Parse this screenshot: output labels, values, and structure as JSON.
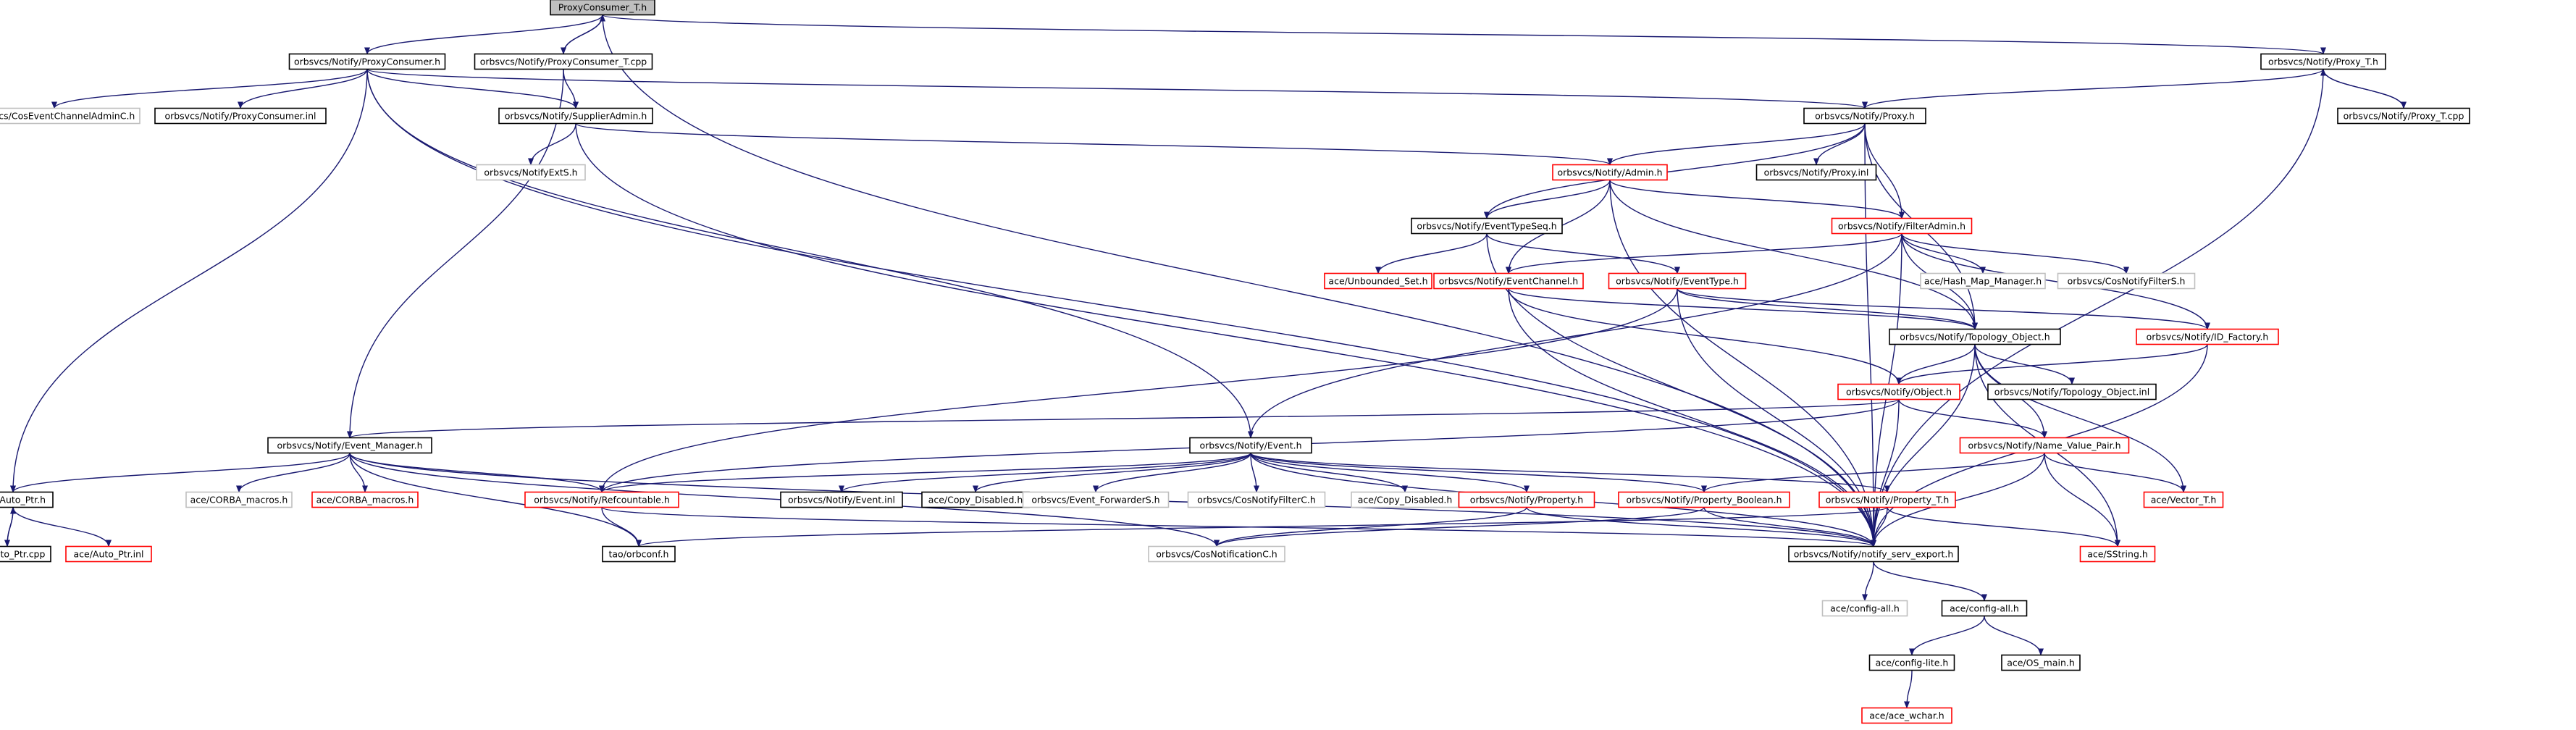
{
  "colors": {
    "edge": "#191970",
    "box_normal": "#000000",
    "box_incomplete": "#ff0000",
    "box_external": "#bfbfbf",
    "box_root_fill": "#bfbfbf",
    "text": "#000000"
  },
  "nodes": [
    {
      "id": "proxyconsumer_t_h",
      "label": "ProxyConsumer_T.h",
      "style": "root"
    },
    {
      "id": "notify_proxyconsumer_h",
      "label": "orbsvcs/Notify/ProxyConsumer.h",
      "style": "normal"
    },
    {
      "id": "notify_proxyconsumer_t_cpp",
      "label": "orbsvcs/Notify/ProxyConsumer_T.cpp",
      "style": "normal"
    },
    {
      "id": "notify_proxy_t_h",
      "label": "orbsvcs/Notify/Proxy_T.h",
      "style": "normal"
    },
    {
      "id": "coseventchanneladminc_h",
      "label": "orbsvcs/CosEventChannelAdminC.h",
      "style": "external"
    },
    {
      "id": "notify_proxyconsumer_inl",
      "label": "orbsvcs/Notify/ProxyConsumer.inl",
      "style": "normal"
    },
    {
      "id": "notify_supplieradmin_h",
      "label": "orbsvcs/Notify/SupplierAdmin.h",
      "style": "normal"
    },
    {
      "id": "notify_proxy_h",
      "label": "orbsvcs/Notify/Proxy.h",
      "style": "normal"
    },
    {
      "id": "notify_proxy_t_cpp",
      "label": "orbsvcs/Notify/Proxy_T.cpp",
      "style": "normal"
    },
    {
      "id": "notify_exts_h",
      "label": "orbsvcs/NotifyExtS.h",
      "style": "external"
    },
    {
      "id": "notify_admin_h",
      "label": "orbsvcs/Notify/Admin.h",
      "style": "incomplete"
    },
    {
      "id": "notify_proxy_inl",
      "label": "orbsvcs/Notify/Proxy.inl",
      "style": "normal"
    },
    {
      "id": "notify_eventtypeseq_h",
      "label": "orbsvcs/Notify/EventTypeSeq.h",
      "style": "normal"
    },
    {
      "id": "notify_filteradmin_h",
      "label": "orbsvcs/Notify/FilterAdmin.h",
      "style": "incomplete"
    },
    {
      "id": "ace_unbounded_set_h",
      "label": "ace/Unbounded_Set.h",
      "style": "incomplete"
    },
    {
      "id": "notify_eventchannel_h",
      "label": "orbsvcs/Notify/EventChannel.h",
      "style": "incomplete"
    },
    {
      "id": "notify_eventtype_h",
      "label": "orbsvcs/Notify/EventType.h",
      "style": "incomplete"
    },
    {
      "id": "ace_hash_map_manager_h",
      "label": "ace/Hash_Map_Manager.h",
      "style": "external"
    },
    {
      "id": "cosnotifyfilters_h",
      "label": "orbsvcs/CosNotifyFilterS.h",
      "style": "external"
    },
    {
      "id": "notify_topology_object_h",
      "label": "orbsvcs/Notify/Topology_Object.h",
      "style": "normal"
    },
    {
      "id": "notify_id_factory_h",
      "label": "orbsvcs/Notify/ID_Factory.h",
      "style": "incomplete"
    },
    {
      "id": "notify_object_h",
      "label": "orbsvcs/Notify/Object.h",
      "style": "incomplete"
    },
    {
      "id": "notify_topology_object_inl",
      "label": "orbsvcs/Notify/Topology_Object.inl",
      "style": "normal"
    },
    {
      "id": "notify_event_manager_h",
      "label": "orbsvcs/Notify/Event_Manager.h",
      "style": "normal"
    },
    {
      "id": "notify_event_h",
      "label": "orbsvcs/Notify/Event.h",
      "style": "normal"
    },
    {
      "id": "notify_name_value_pair_h",
      "label": "orbsvcs/Notify/Name_Value_Pair.h",
      "style": "incomplete"
    },
    {
      "id": "ace_auto_ptr_h",
      "label": "ace/Auto_Ptr.h",
      "style": "normal"
    },
    {
      "id": "ace_corba_macros_h_1",
      "label": "ace/CORBA_macros.h",
      "style": "external"
    },
    {
      "id": "ace_corba_macros_h_2",
      "label": "ace/CORBA_macros.h",
      "style": "incomplete"
    },
    {
      "id": "notify_refcountable_h",
      "label": "orbsvcs/Notify/Refcountable.h",
      "style": "incomplete"
    },
    {
      "id": "notify_event_inl",
      "label": "orbsvcs/Notify/Event.inl",
      "style": "normal"
    },
    {
      "id": "ace_copy_disabled_h_1",
      "label": "ace/Copy_Disabled.h",
      "style": "normal"
    },
    {
      "id": "event_forwarders_h",
      "label": "orbsvcs/Event_ForwarderS.h",
      "style": "external"
    },
    {
      "id": "cosnotifyfilterc_h",
      "label": "orbsvcs/CosNotifyFilterC.h",
      "style": "external"
    },
    {
      "id": "ace_copy_disabled_h_2",
      "label": "ace/Copy_Disabled.h",
      "style": "external"
    },
    {
      "id": "notify_property_h",
      "label": "orbsvcs/Notify/Property.h",
      "style": "incomplete"
    },
    {
      "id": "notify_property_boolean_h",
      "label": "orbsvcs/Notify/Property_Boolean.h",
      "style": "incomplete"
    },
    {
      "id": "notify_property_t_h",
      "label": "orbsvcs/Notify/Property_T.h",
      "style": "incomplete"
    },
    {
      "id": "ace_vector_t_h",
      "label": "ace/Vector_T.h",
      "style": "incomplete"
    },
    {
      "id": "ace_auto_ptr_cpp",
      "label": "ace/Auto_Ptr.cpp",
      "style": "normal"
    },
    {
      "id": "ace_auto_ptr_inl",
      "label": "ace/Auto_Ptr.inl",
      "style": "incomplete"
    },
    {
      "id": "tao_orbconf_h",
      "label": "tao/orbconf.h",
      "style": "normal"
    },
    {
      "id": "cosnotificationc_h",
      "label": "orbsvcs/CosNotificationC.h",
      "style": "external"
    },
    {
      "id": "notify_serv_export_h",
      "label": "orbsvcs/Notify/notify_serv_export.h",
      "style": "normal"
    },
    {
      "id": "ace_sstring_h",
      "label": "ace/SString.h",
      "style": "incomplete"
    },
    {
      "id": "ace_config_all_h_1",
      "label": "ace/config-all.h",
      "style": "external"
    },
    {
      "id": "ace_config_all_h_2",
      "label": "ace/config-all.h",
      "style": "normal"
    },
    {
      "id": "ace_config_lite_h",
      "label": "ace/config-lite.h",
      "style": "normal"
    },
    {
      "id": "ace_os_main_h",
      "label": "ace/OS_main.h",
      "style": "normal"
    },
    {
      "id": "ace_ace_wchar_h",
      "label": "ace/ace_wchar.h",
      "style": "incomplete"
    }
  ]
}
